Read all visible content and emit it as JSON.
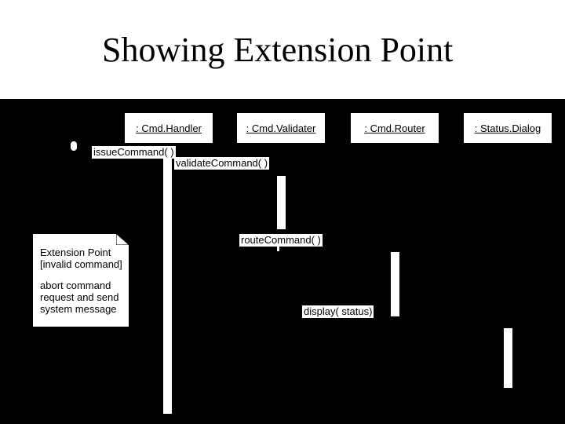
{
  "title": "Showing Extension Point",
  "objects": [
    ": Cmd.Handler",
    ": Cmd.Validater",
    ": Cmd.Router",
    ": Status.Dialog"
  ],
  "messages": {
    "issue": "issueCommand( )",
    "validate": "validateCommand( )",
    "route": "routeCommand( )",
    "display": "display( status)"
  },
  "note": {
    "line1": "Extension Point",
    "line2": "[invalid command]",
    "line3": "abort command",
    "line4": "request and send",
    "line5": "system message"
  }
}
